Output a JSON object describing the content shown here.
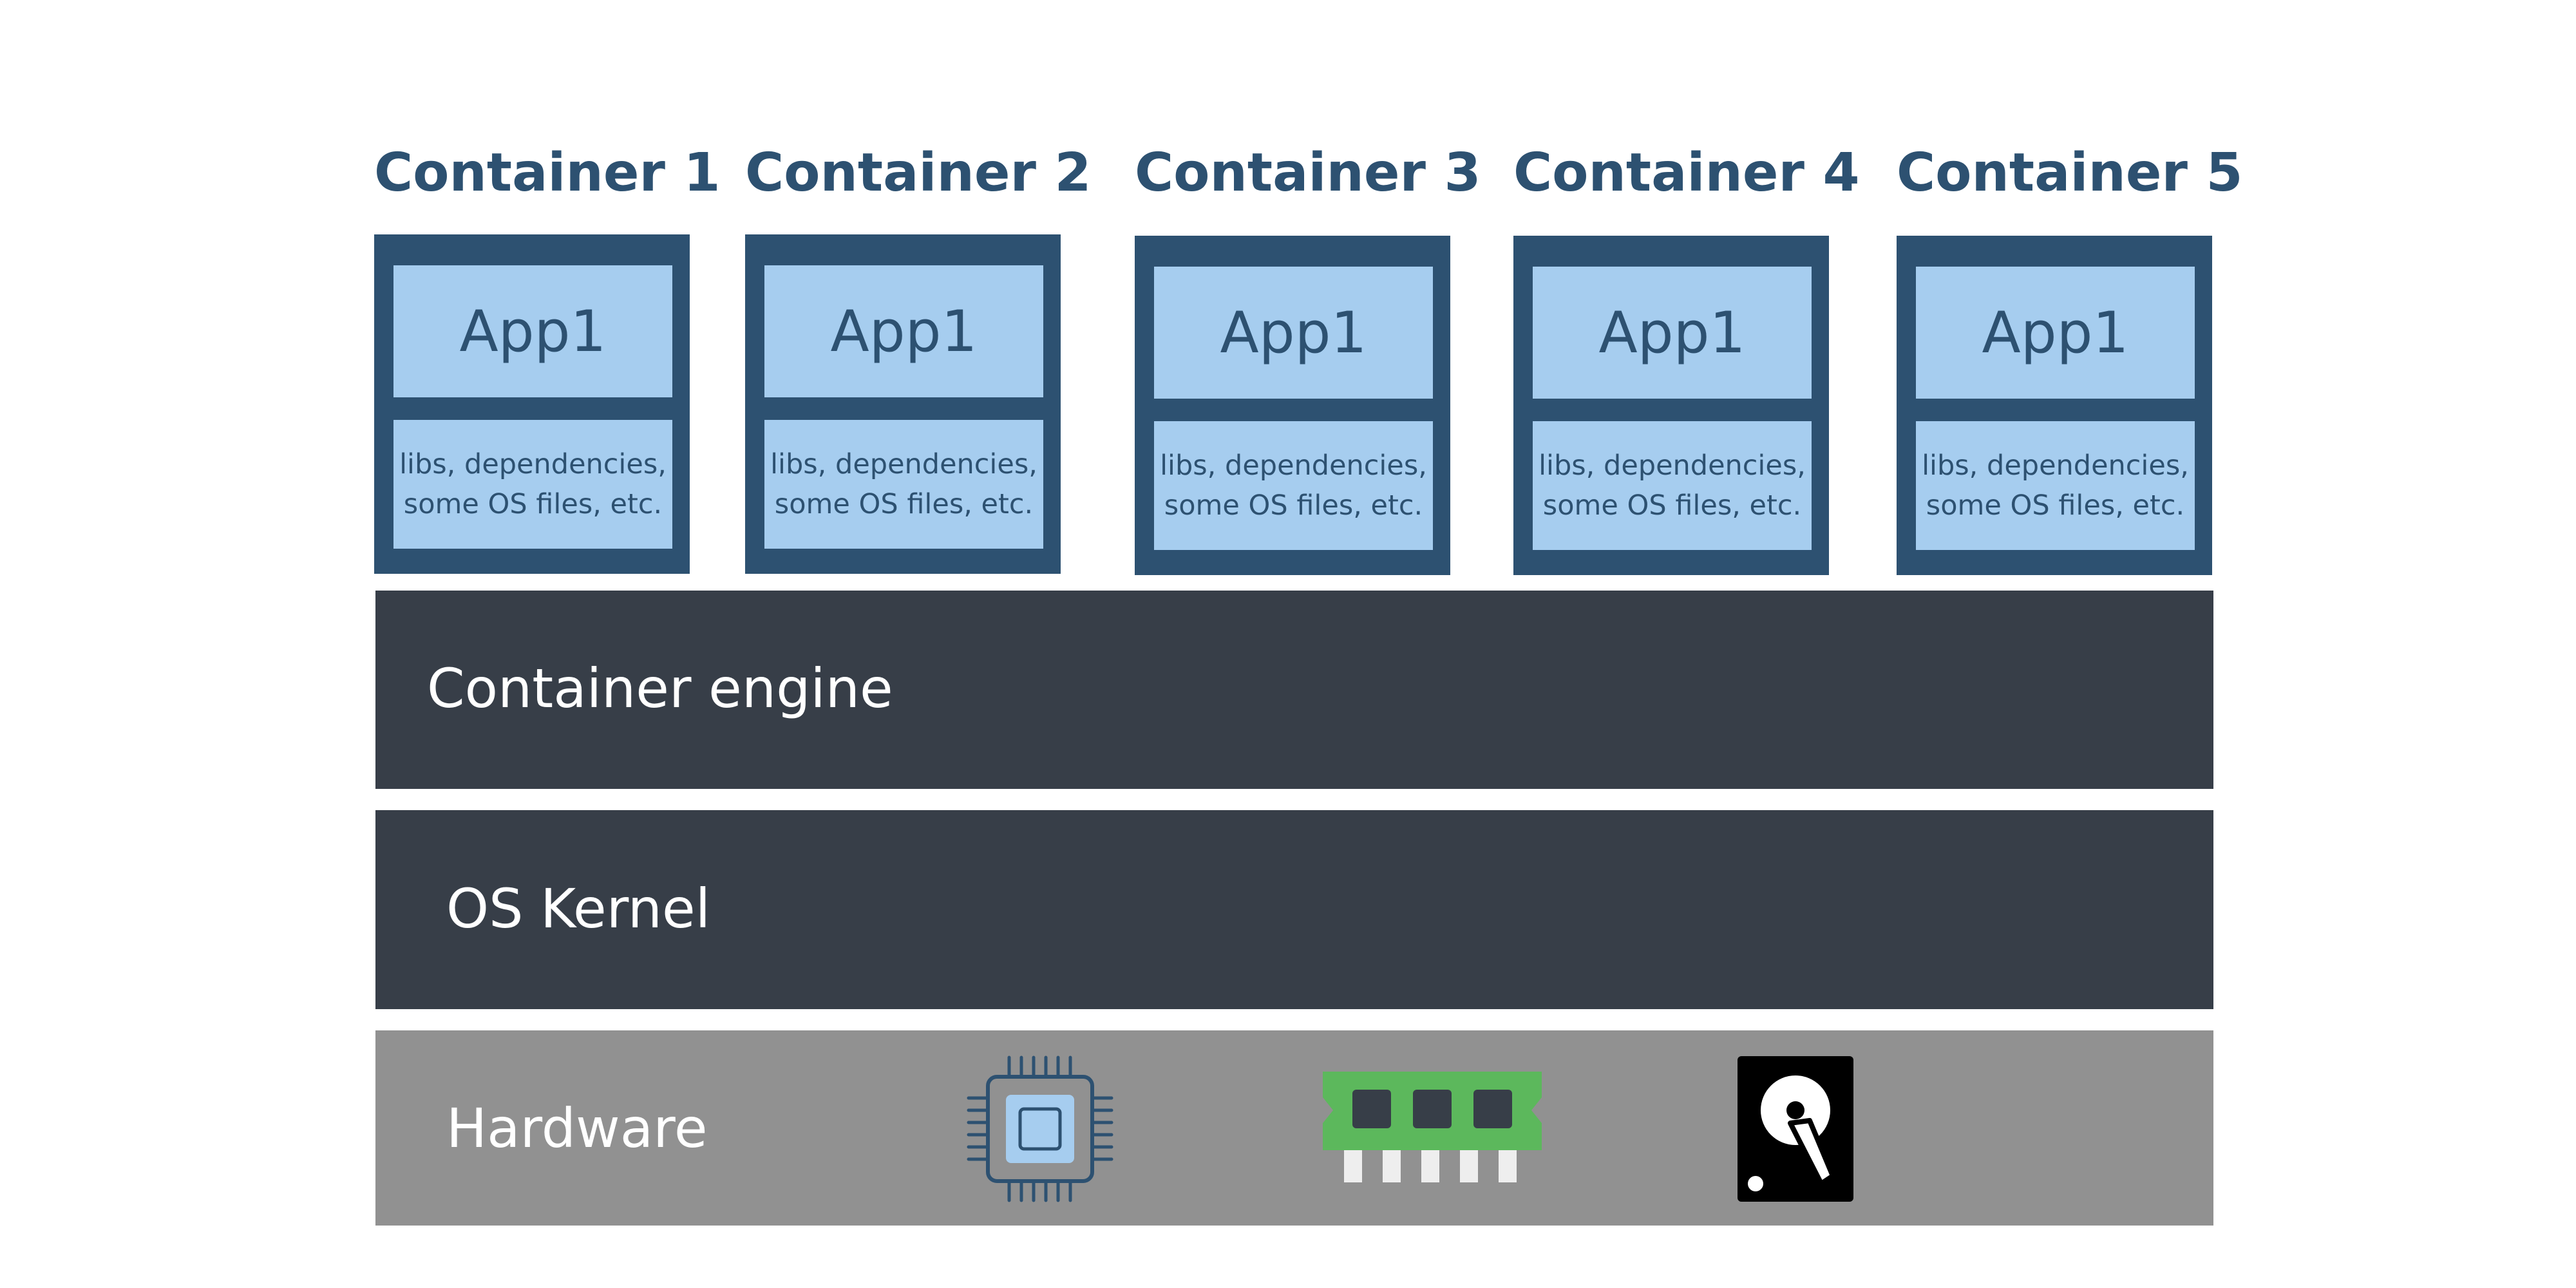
{
  "containers": [
    {
      "title": "Container 1",
      "app": "App1",
      "libs_line1": "libs, dependencies,",
      "libs_line2": "some OS files, etc."
    },
    {
      "title": "Container 2",
      "app": "App1",
      "libs_line1": "libs, dependencies,",
      "libs_line2": "some OS files, etc."
    },
    {
      "title": "Container 3",
      "app": "App1",
      "libs_line1": "libs, dependencies,",
      "libs_line2": "some OS files, etc."
    },
    {
      "title": "Container 4",
      "app": "App1",
      "libs_line1": "libs, dependencies,",
      "libs_line2": "some OS files, etc."
    },
    {
      "title": "Container 5",
      "app": "App1",
      "libs_line1": "libs, dependencies,",
      "libs_line2": "some OS files, etc."
    }
  ],
  "layers": {
    "engine": "Container engine",
    "kernel": "OS Kernel",
    "hardware": "Hardware"
  },
  "hardware_icons": [
    "cpu-icon",
    "ram-icon",
    "hard-disk-icon"
  ],
  "colors": {
    "container_frame": "#2d5171",
    "container_fill": "#a6cdef",
    "layer_dark": "#373e48",
    "hardware_bg": "#919191",
    "ram_green": "#5cb85c"
  }
}
